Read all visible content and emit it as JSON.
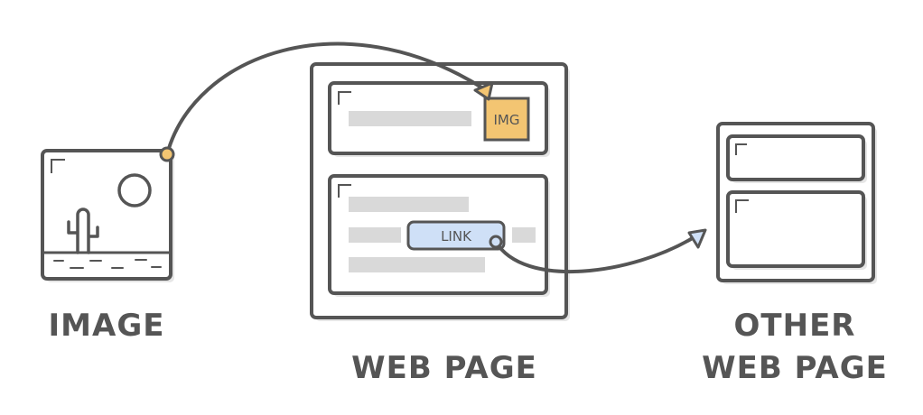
{
  "labels": {
    "image": "IMAGE",
    "web_page": "WEB PAGE",
    "other_line1": "OTHER",
    "other_line2": "WEB PAGE"
  },
  "tags": {
    "img": "IMG",
    "link": "LINK"
  },
  "colors": {
    "stroke": "#555555",
    "shadow": "#e6e6e6",
    "placeholder": "#d9d9d9",
    "img_fill": "#f3c572",
    "link_fill": "#cfe0f7",
    "connector_dot": "#f3c572"
  }
}
